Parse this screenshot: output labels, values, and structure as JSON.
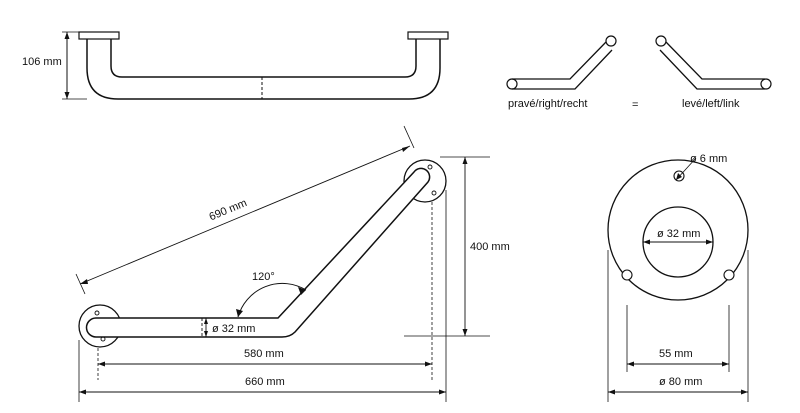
{
  "labels": {
    "height_106": "106 mm",
    "right_variant": "pravé/right/recht",
    "equals": "=",
    "left_variant": "levé/left/link",
    "length_690": "690 mm",
    "angle_120": "120°",
    "height_400": "400 mm",
    "diameter_32_bar": "ø 32 mm",
    "length_580": "580 mm",
    "length_660": "660 mm",
    "hole_6": "ø 6 mm",
    "bore_32": "ø 32 mm",
    "hole_spacing_55": "55 mm",
    "flange_80": "ø 80 mm"
  }
}
